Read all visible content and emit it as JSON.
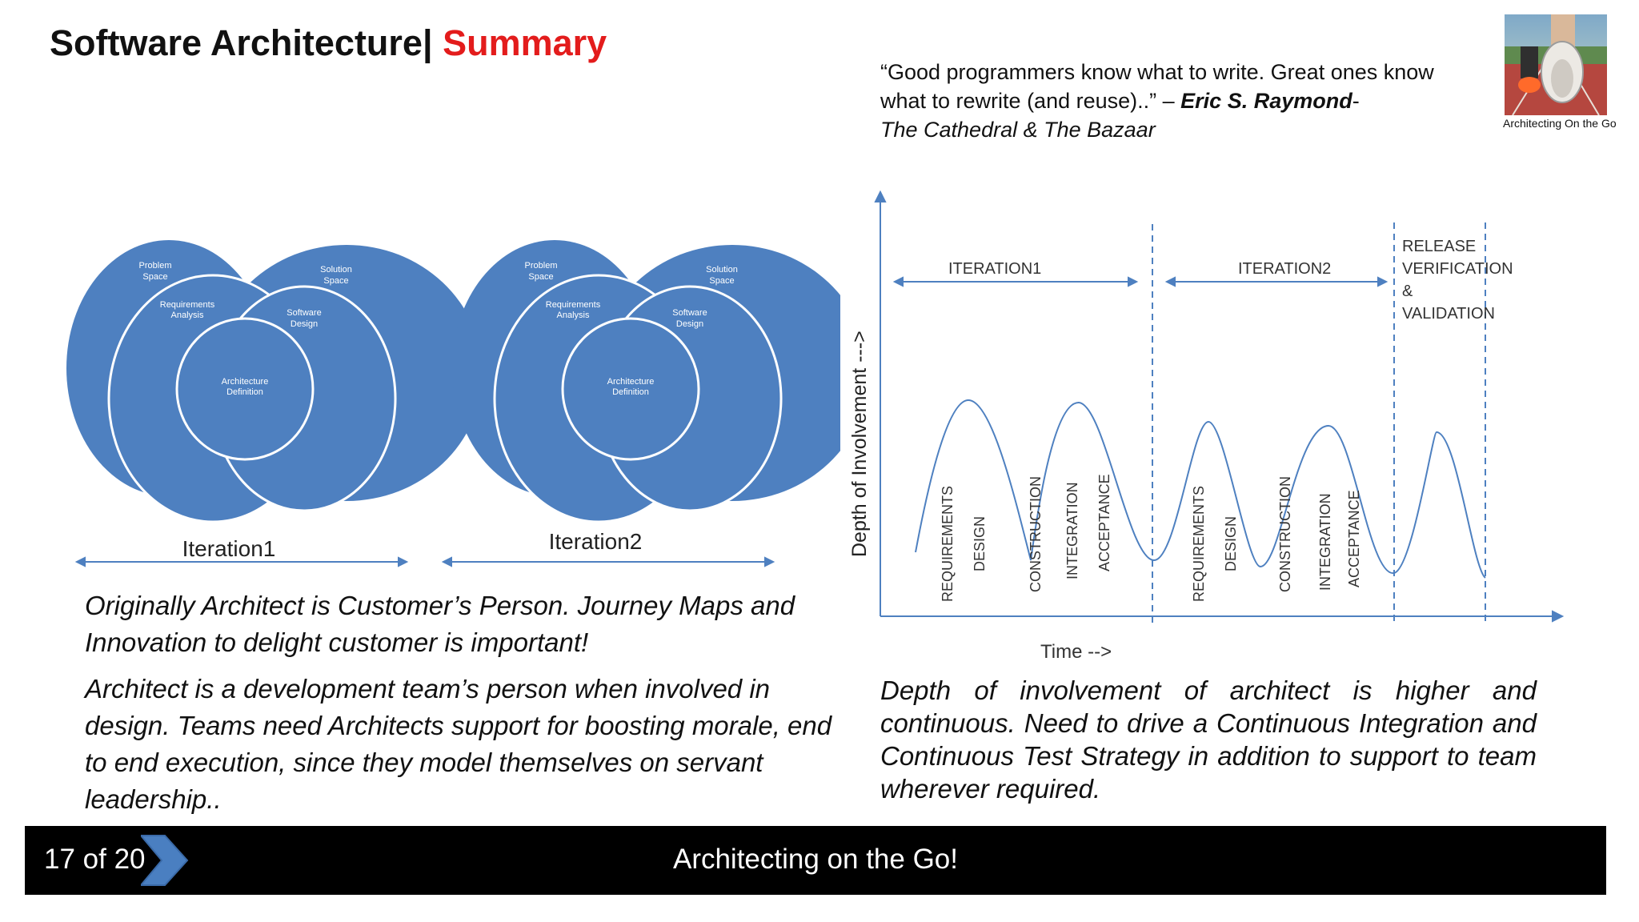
{
  "header": {
    "title_main": "Software Architecture|",
    "title_accent": "Summary"
  },
  "quote": {
    "text": "“Good programmers know what to write. Great ones know what to rewrite (and reuse)..” – ",
    "author": "Eric  S. Raymond",
    "dash": "-",
    "book": "The Cathedral & The Bazaar"
  },
  "logo": {
    "icon": "running-shoes-photo",
    "caption": "Architecting On the Go"
  },
  "iteration_diagram": {
    "labels": {
      "problem": [
        "Problem",
        "Space"
      ],
      "solution": [
        "Solution",
        "Space"
      ],
      "requirements": [
        "Requirements",
        "Analysis"
      ],
      "software": [
        "Software",
        "Design"
      ],
      "architecture": [
        "Architecture",
        "Definition"
      ]
    },
    "iteration1": "Iteration1",
    "iteration2": "Iteration2",
    "fill_color": "#4e80c0"
  },
  "involvement_chart": {
    "ylabel": "Depth of Involvement --->",
    "xlabel": "Time -->",
    "phases": {
      "iteration1": "ITERATION1",
      "iteration2": "ITERATION2",
      "release": [
        "RELEASE",
        "VERIFICATION",
        "&",
        "VALIDATION"
      ]
    },
    "activities": {
      "requirements": "REQUIREMENTS",
      "design": "DESIGN",
      "construction": "CONSTRUCTION",
      "integration": "INTEGRATION",
      "acceptance": "ACCEPTANCE"
    },
    "line_color": "#4e80c0"
  },
  "text_blocks": {
    "customer": "Originally Architect is Customer’s Person. Journey Maps and Innovation to delight customer is important!",
    "team": "Architect is a development team’s person when involved in design. Teams need Architects support for boosting morale, end to end execution, since they model themselves on servant leadership..",
    "depth": "Depth of involvement of architect is higher and continuous. Need to drive a Continuous Integration and Continuous Test Strategy in addition to support to team wherever required."
  },
  "footer": {
    "page_label": "17 of  20",
    "caption": "Architecting on the Go!",
    "chevron_color": "#4a7fc1"
  }
}
